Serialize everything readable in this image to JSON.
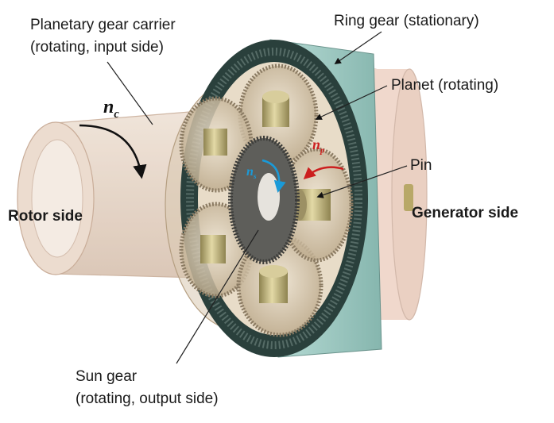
{
  "labels": {
    "carrier_line1": "Planetary gear carrier",
    "carrier_line2": "(rotating, input side)",
    "ring": "Ring gear (stationary)",
    "planet": "Planet (rotating)",
    "pin": "Pin",
    "rotor_side": "Rotor side",
    "generator_side": "Generator side",
    "sun_line1": "Sun gear",
    "sun_line2": "(rotating, output side)"
  },
  "symbols": {
    "carrier": {
      "base": "n",
      "sub": "c"
    },
    "planet": {
      "base": "n",
      "sub": "p"
    },
    "sun": {
      "base": "n",
      "sub": "s"
    }
  },
  "colors": {
    "ring_face": "#9fc7c1",
    "ring_dark": "#243a36",
    "gear_tan": "#cbb89a",
    "gear_edge": "#8a7a62",
    "pin_olive": "#b8a868",
    "housing_pink": "#f0d8cc",
    "carrier_tan": "#d9c8b0",
    "arrow_black": "#111111",
    "arrow_blue": "#1a9ad8",
    "arrow_red": "#cc1f1f"
  }
}
